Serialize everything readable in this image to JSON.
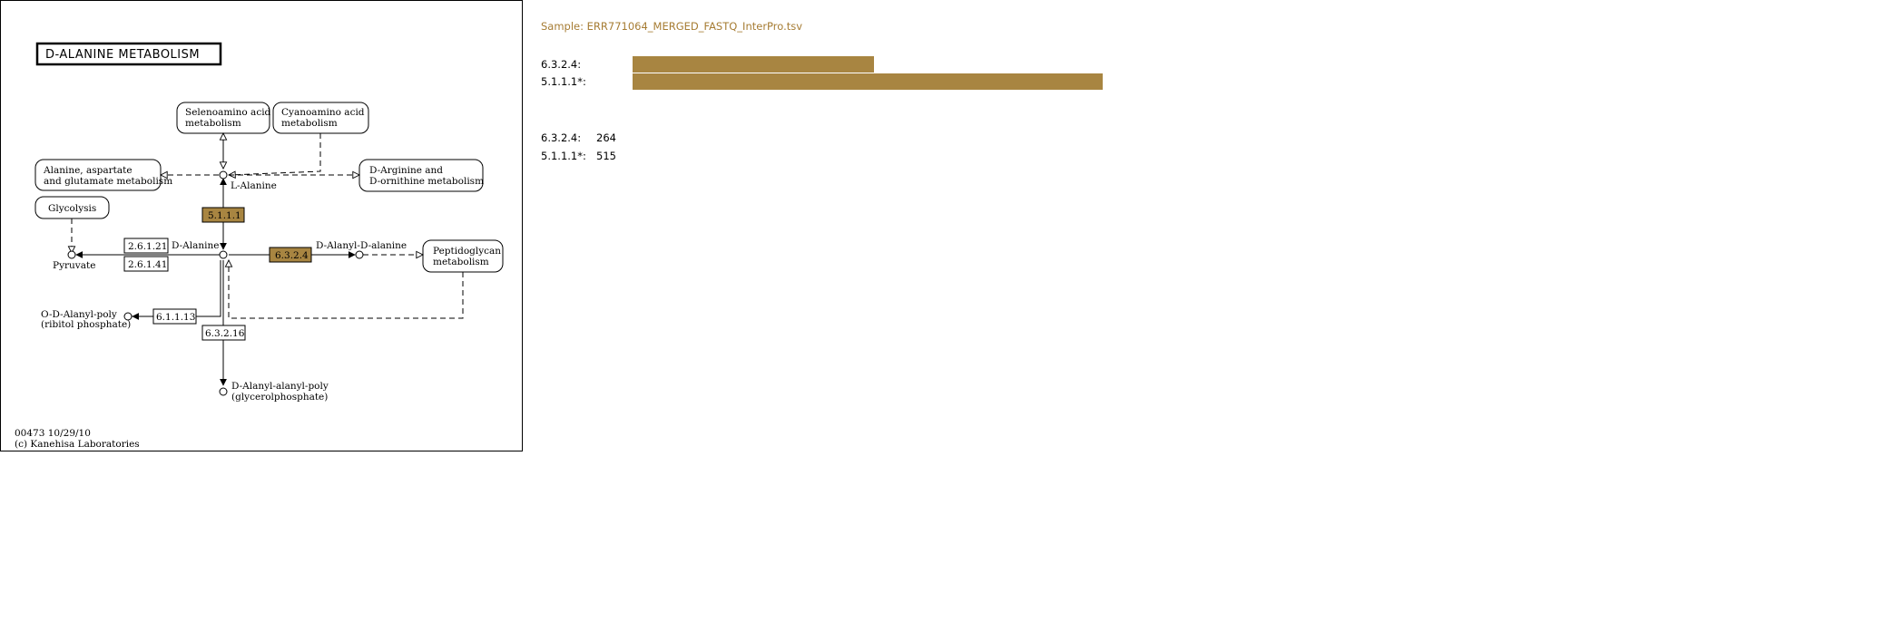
{
  "colors": {
    "highlight": "#a88541",
    "sample_title": "#a67c33"
  },
  "map": {
    "title": "D-ALANINE METABOLISM",
    "footer_id": "00473 10/29/10",
    "footer_copyright": "(c) Kanehisa Laboratories",
    "pathways": {
      "selenoamino_1": "Selenoamino acid",
      "selenoamino_2": "metabolism",
      "cyanoamino_1": "Cyanoamino acid",
      "cyanoamino_2": "metabolism",
      "alanine_1": "Alanine, aspartate",
      "alanine_2": "and glutamate metabolism",
      "darginine_1": "D-Arginine and",
      "darginine_2": "D-ornithine metabolism",
      "glycolysis": "Glycolysis",
      "peptidoglycan_1": "Peptidoglycan",
      "peptidoglycan_2": "metabolism"
    },
    "compounds": {
      "l_alanine": "L-Alanine",
      "d_alanine": "D-Alanine",
      "pyruvate": "Pyruvate",
      "d_alanyl_d_alanine": "D-Alanyl-D-alanine",
      "o_d_alanyl_1": "O-D-Alanyl-poly",
      "o_d_alanyl_2": "(ribitol phosphate)",
      "d_alanyl_alanyl_1": "D-Alanyl-alanyl-poly",
      "d_alanyl_alanyl_2": "(glycerolphosphate)"
    },
    "enzymes": {
      "e5111": "5.1.1.1",
      "e6324": "6.3.2.4",
      "e26121": "2.6.1.21",
      "e26141": "2.6.1.41",
      "e61113": "6.1.1.13",
      "e63216": "6.3.2.16"
    }
  },
  "sample": {
    "title": "Sample: ERR771064_MERGED_FASTQ_InterPro.tsv",
    "bars": [
      {
        "label": "6.3.2.4:",
        "value": 264,
        "fraction": 0.5126
      },
      {
        "label": "5.1.1.1*:",
        "value": 515,
        "fraction": 1.0
      }
    ],
    "counts": [
      {
        "label": "6.3.2.4:",
        "value": "264"
      },
      {
        "label": "5.1.1.1*:",
        "value": "515"
      }
    ]
  }
}
